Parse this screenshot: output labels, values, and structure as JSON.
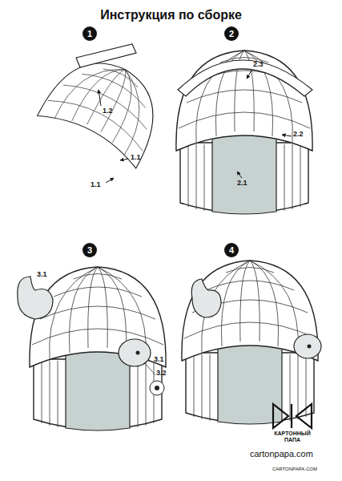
{
  "diagram": {
    "title": "Инструкция по сборке",
    "nodes": [
      {
        "text": [
          "1"
        ]
      },
      {
        "text": [
          "2"
        ]
      },
      {
        "text": [
          "3"
        ]
      },
      {
        "text": [
          "4"
        ]
      }
    ],
    "labels": [
      "1.2",
      "1.1",
      "1.1",
      "2.3",
      "2.2",
      "2.1",
      "3.1",
      "3.1",
      "3.2",
      "КАРТОННЫЙ ПАПА",
      "cartonpapa.com",
      "CARTONPAPA.COM"
    ]
  }
}
